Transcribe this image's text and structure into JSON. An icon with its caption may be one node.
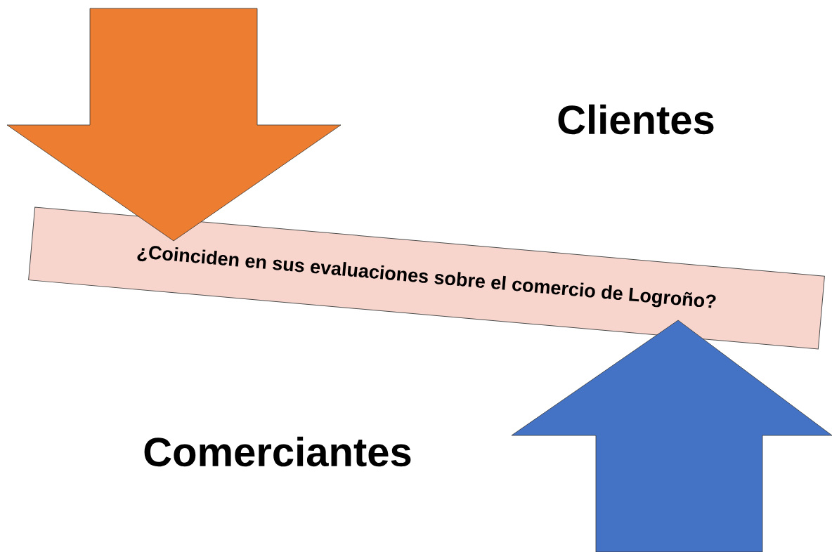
{
  "diagram": {
    "nodes": [
      {
        "text": [
          "¿Coinciden en sus evaluaciones sobre el comercio de Logroño?"
        ]
      },
      {
        "text": [],
        "shape": "arrow"
      },
      {
        "text": [],
        "shape": "arrow"
      }
    ],
    "labels": [
      "Clientes",
      "Comerciantes"
    ]
  }
}
